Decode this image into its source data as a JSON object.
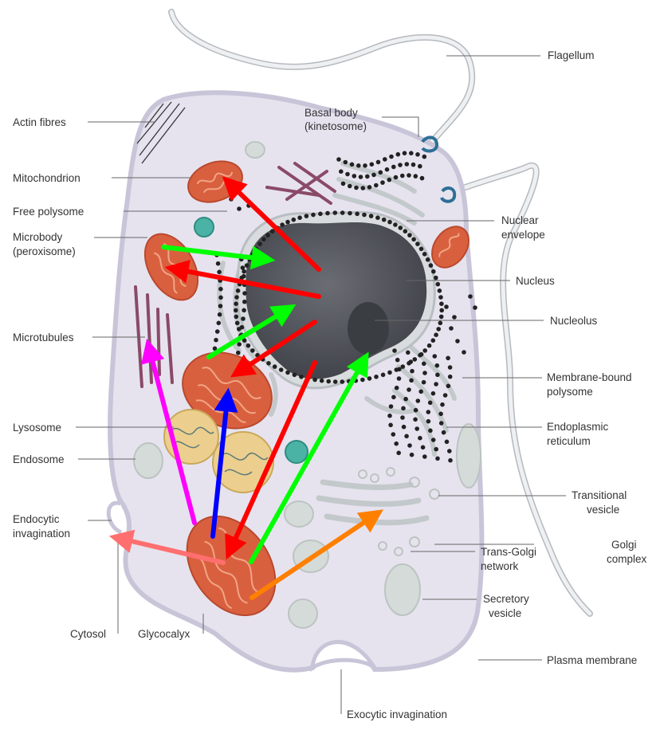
{
  "diagram": {
    "labels": {
      "flagellum": "Flagellum",
      "actin_fibres": "Actin fibres",
      "basal_body_1": "Basal body",
      "basal_body_2": "(kinetosome)",
      "mitochondrion": "Mitochondrion",
      "free_polysome": "Free polysome",
      "microbody_1": "Microbody",
      "microbody_2": "(peroxisome)",
      "nuclear_envelope_1": "Nuclear",
      "nuclear_envelope_2": "envelope",
      "nucleus": "Nucleus",
      "nucleolus": "Nucleolus",
      "microtubules": "Microtubules",
      "membrane_bound_polysome_1": "Membrane-bound",
      "membrane_bound_polysome_2": "polysome",
      "lysosome": "Lysosome",
      "endoplasmic_reticulum_1": "Endoplasmic",
      "endoplasmic_reticulum_2": "reticulum",
      "endosome": "Endosome",
      "transitional_vesicle_1": "Transitional",
      "transitional_vesicle_2": "vesicle",
      "endocytic_invagination_1": "Endocytic",
      "endocytic_invagination_2": "invagination",
      "golgi_complex_1": "Golgi",
      "golgi_complex_2": "complex",
      "trans_golgi_network_1": "Trans-Golgi",
      "trans_golgi_network_2": "network",
      "secretory_vesicle_1": "Secretory",
      "secretory_vesicle_2": "vesicle",
      "cytosol": "Cytosol",
      "glycocalyx": "Glycocalyx",
      "plasma_membrane": "Plasma membrane",
      "exocytic_invagination": "Exocytic invagination"
    },
    "colors": {
      "cytoplasm": "#e6e3ef",
      "membrane": "#c9c5d8",
      "nucleus": "#4d5056",
      "mitochondrion": "#d9603f",
      "microtubule": "#8a4a67",
      "lysosome": "#eccf8e",
      "peroxisome": "#4bb3a6",
      "vesicle": "#d5dbd8",
      "ribosome": "#222222"
    },
    "arrows": [
      {
        "color": "#ff0000",
        "from": "nucleus",
        "to": "mitochondrion"
      },
      {
        "color": "#ff0000",
        "from": "nucleus",
        "to": "mitochondrion"
      },
      {
        "color": "#ff0000",
        "from": "nucleus",
        "to": "mitochondrion"
      },
      {
        "color": "#ff0000",
        "from": "nucleus",
        "to": "mitochondrion"
      },
      {
        "color": "#00ff00",
        "from": "mitochondrion",
        "to": "nucleus"
      },
      {
        "color": "#00ff00",
        "from": "mitochondrion",
        "to": "nucleus"
      },
      {
        "color": "#00ff00",
        "from": "mitochondrion",
        "to": "nucleolus"
      },
      {
        "color": "#ff00ff",
        "from": "mitochondrion",
        "to": "microtubules"
      },
      {
        "color": "#0000ff",
        "from": "mitochondrion",
        "to": "mitochondrion"
      },
      {
        "color": "#ff6f6f",
        "from": "mitochondrion",
        "to": "endocytic invagination"
      },
      {
        "color": "#ff8000",
        "from": "mitochondrion",
        "to": "golgi complex"
      }
    ]
  }
}
